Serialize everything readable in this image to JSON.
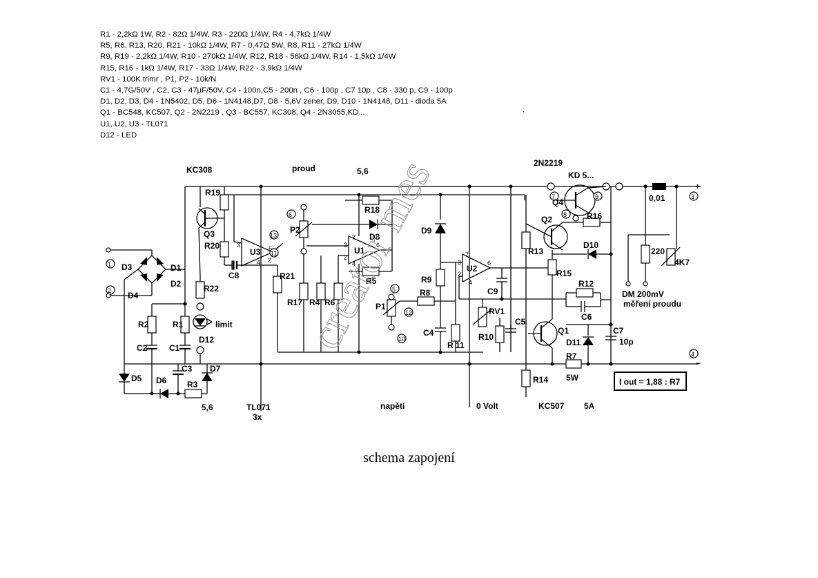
{
  "parts_list": [
    "R1 - 2,2kΩ 1W, R2 - 82Ω 1/4W, R3 - 220Ω 1/4W, R4 - 4,7kΩ 1/4W",
    "R5, R6, R13, R20, R21 - 10kΩ 1/4W, R7 - 0,47Ω 5W, R8, R11 - 27kΩ 1/4W",
    "R9, R19 - 2,2kΩ 1/4W, R10 - 270kΩ 1/4W, R12, R18 - 56kΩ 1/4W, R14 - 1,5kΩ 1/4W",
    "R15, R16 - 1kΩ 1/4W, R17 - 33Ω 1/4W, R22 - 3,9kΩ 1/4W",
    "RV1 - 100K trimr , P1, P2 - 10k/N",
    "C1 - 4,7G/50V , C2, C3 - 47µF/50V, C4 - 100n,C5 - 200n , C6 - 100p , C7 10p  , C8 - 330 p, C9 - 100p",
    "D1, D2, D3, D4 - 1N5402, D5, D6 - 1N4148,D7, D8 - 5,6V zener, D9, D10 - 1N4148, D11 - dioda 5A",
    "Q1 - BC548, KC507, Q2 - 2N2219 , Q3 - BC557, KC308, Q4 - 2N3055,KD...",
    "U1, U2, U3 -  TL071",
    "D12 - LED"
  ],
  "stray_mark": ",",
  "watermark": "creator mes",
  "caption": "schema zapojení",
  "labels": {
    "kc308": "KC308",
    "proud": "proud",
    "v56_top": "5,6",
    "n2n2219": "2N2219",
    "kd5": "KD 5...",
    "r19": "R19",
    "q3": "Q3",
    "r20": "R20",
    "u3": "U3",
    "c8": "C8",
    "r22": "R22",
    "d12": "D12",
    "limit": "limit",
    "d3": "D3",
    "d4": "D4",
    "d1": "D1",
    "d2": "D2",
    "r2": "R2",
    "r1": "R1",
    "c2": "C2",
    "c1": "C1",
    "d5": "D5",
    "d6": "D6",
    "c3": "C3",
    "r3": "R3",
    "d7": "D7",
    "v56_bot": "5,6",
    "tl071": "TL071",
    "x3": "3x",
    "r18": "R18",
    "p2": "P2",
    "d8": "D8",
    "u1": "U1",
    "r5": "R5",
    "r21": "R21",
    "r17": "R17",
    "r4": "R4",
    "r6": "R6",
    "p1": "P1",
    "r8": "R8",
    "napeti": "napětí",
    "d9": "D9",
    "r9": "R9",
    "c4": "C4",
    "r11": "R  11",
    "u2": "U2",
    "c9": "C9",
    "rv1": "RV1",
    "r10": "R10",
    "c5": "C5",
    "zero_volt": "0 Volt",
    "r13": "R13",
    "q2": "Q2",
    "r15": "R15",
    "r14": "R14",
    "kc507": "KC507",
    "q1": "Q1",
    "q4": "Q4",
    "r16": "R16",
    "d10": "D10",
    "r12": "R12",
    "c6": "C6",
    "d11": "D11",
    "r7": "R7",
    "w5": "5W",
    "a5": "5A",
    "c7": "C7",
    "p10": "10p",
    "r001": "0,01",
    "r220": "220",
    "k47": "4K7",
    "dm": "DM 200mV",
    "mereni": "měření proudu",
    "formula": "I out  = 1,88 : R7"
  },
  "nodes": {
    "n1": "1",
    "n2": "2",
    "n3": "3",
    "n4": "4",
    "n5": "5",
    "n6": "6",
    "n7": "7",
    "n8": "8",
    "n9": "9",
    "n10": "10",
    "n11": "11",
    "n12": "12",
    "n13": "13"
  },
  "pins": {
    "u3_in": "3",
    "u3_out": "6",
    "u3_p4": "4",
    "u3_p2": "2",
    "u1_p7": "7",
    "u1_p3": "3",
    "u1_p4": "4",
    "u1_p2": "2",
    "u1_p6": "6",
    "u2_p7": "7",
    "u2_p3": "3",
    "u2_p2": "2",
    "u2_p6": "6",
    "u2_p4": "4"
  },
  "signs": {
    "plus": "+",
    "minus": "−"
  }
}
